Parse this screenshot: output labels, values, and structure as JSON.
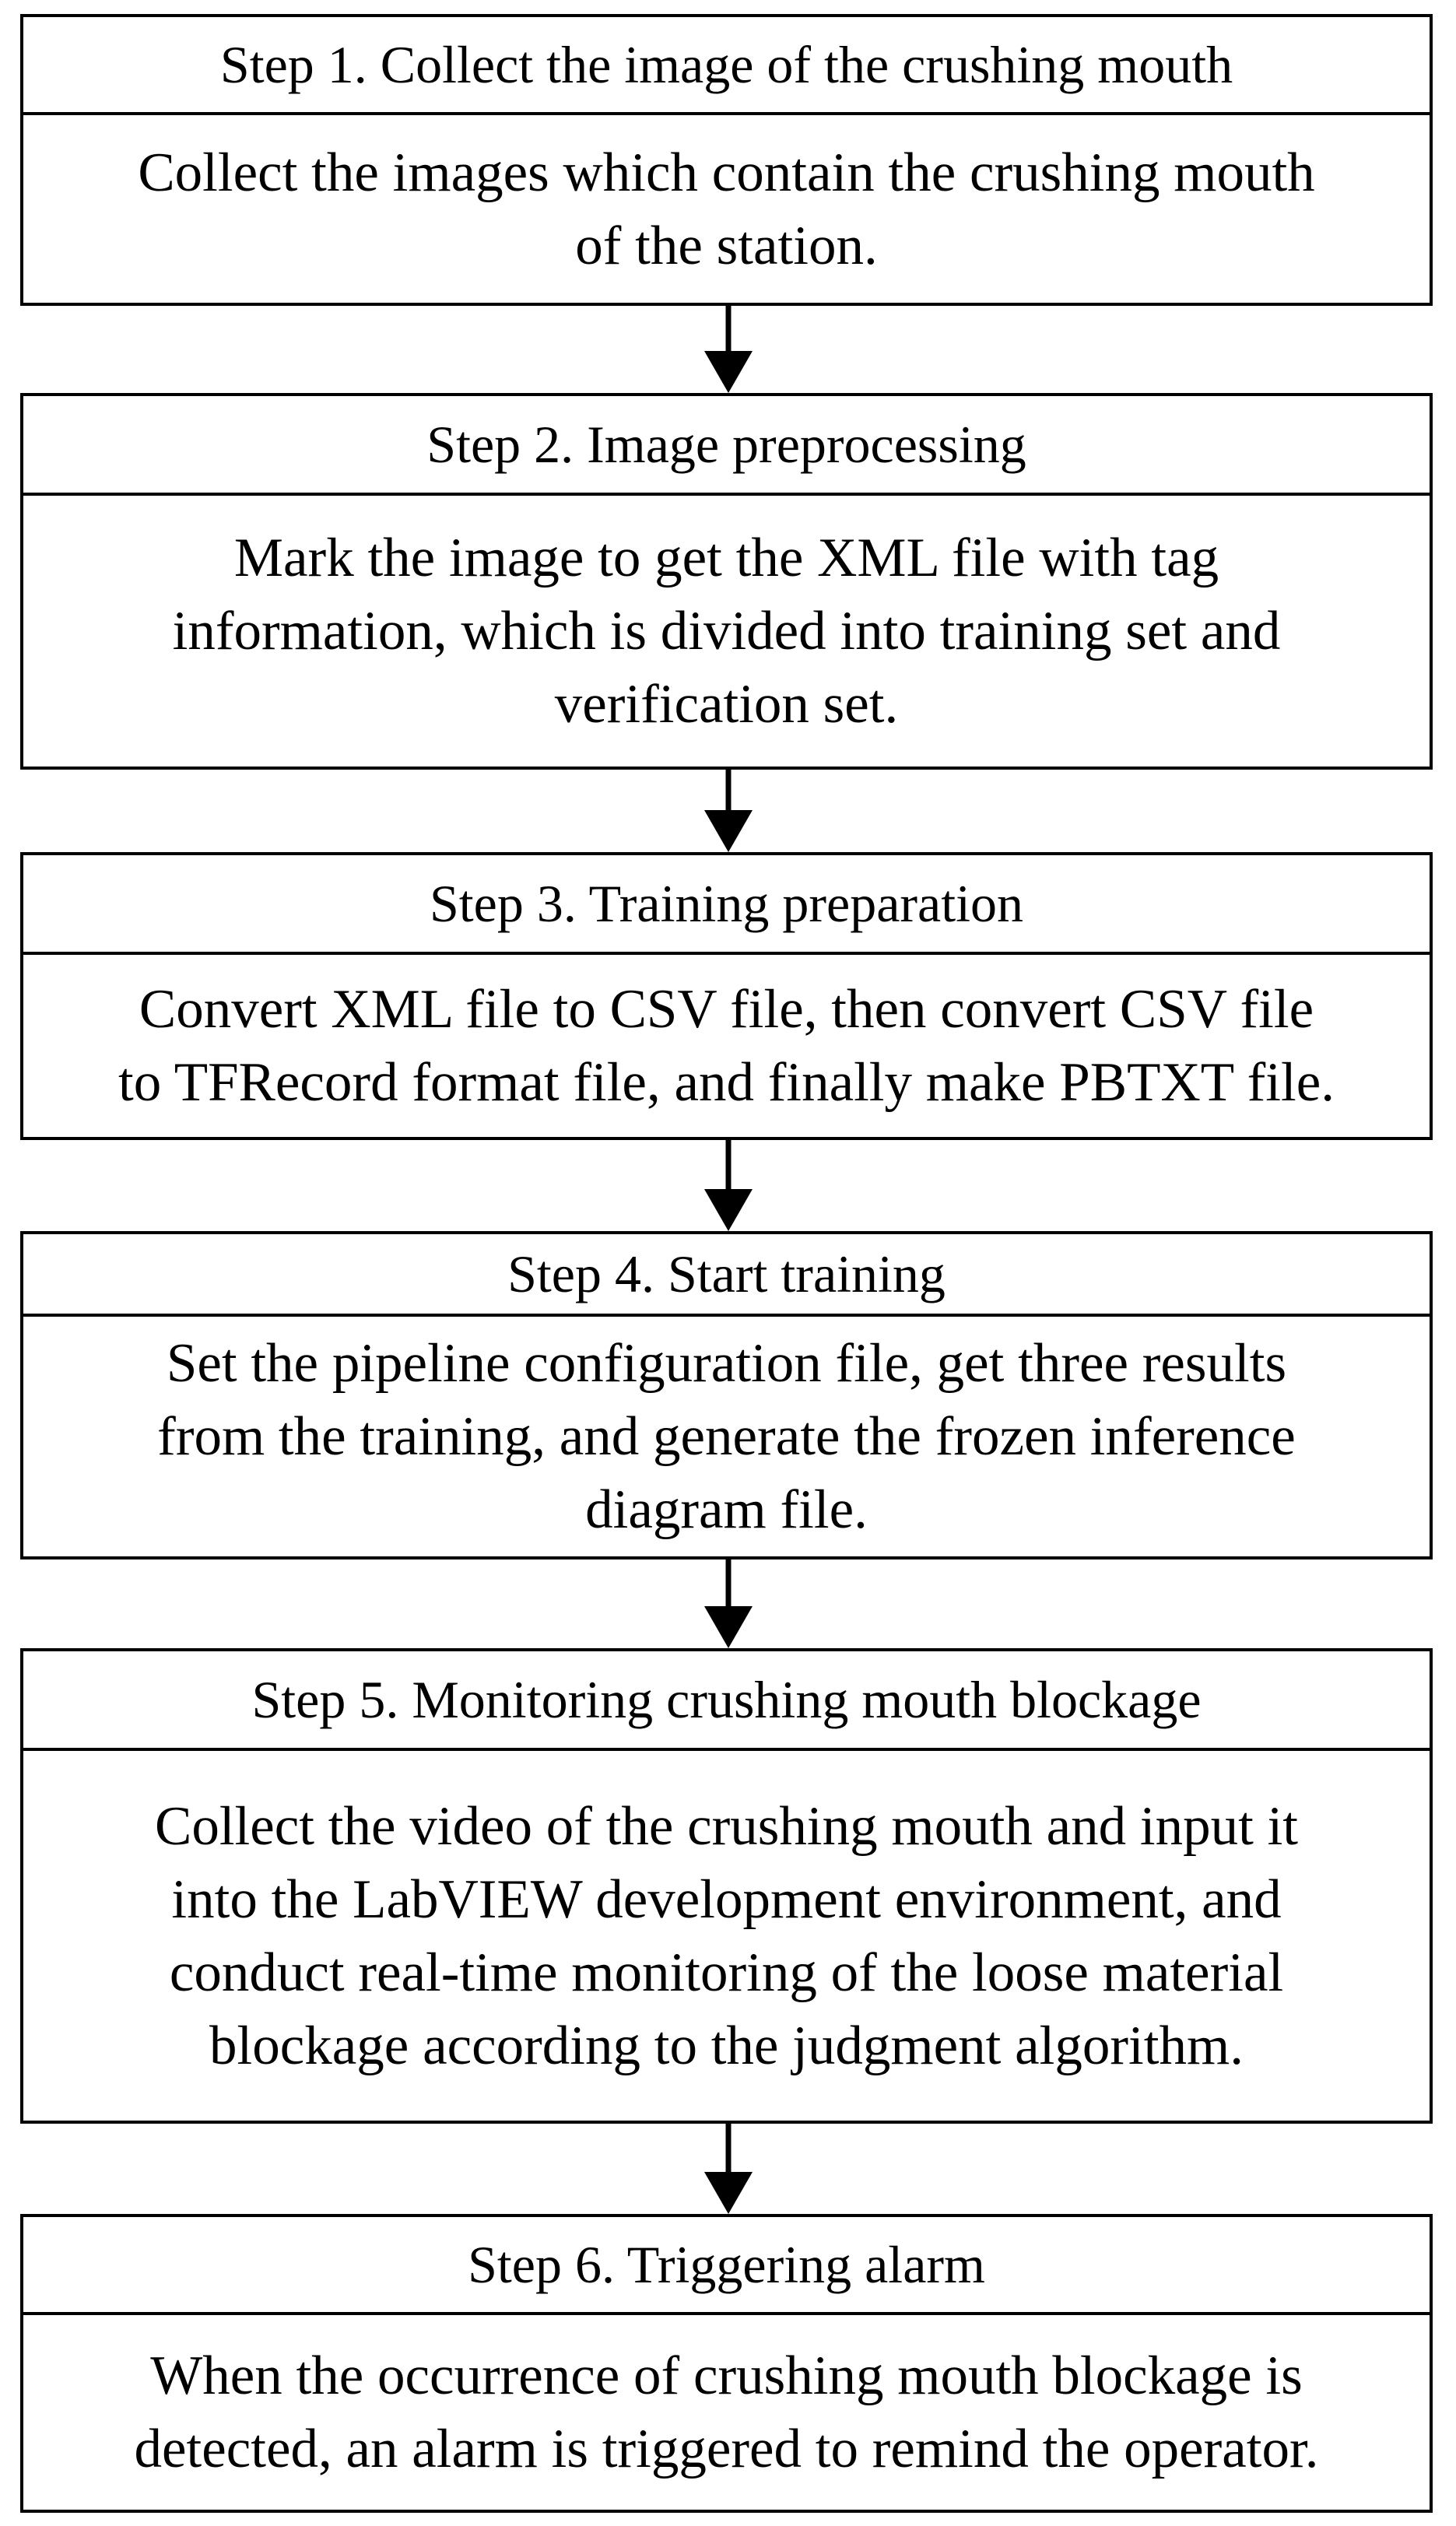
{
  "steps": [
    {
      "title": "Step 1. Collect the image of the crushing mouth",
      "lines": [
        "Collect the images which contain the crushing mouth",
        "of the station."
      ]
    },
    {
      "title": "Step 2. Image preprocessing",
      "lines": [
        "Mark the image to get the XML file with tag",
        "information, which is divided into training set and",
        "verification set."
      ]
    },
    {
      "title": "Step 3. Training preparation",
      "lines": [
        "Convert XML file to CSV file, then convert CSV file",
        "to TFRecord format file, and finally make PBTXT file."
      ]
    },
    {
      "title": "Step 4. Start training",
      "lines": [
        "Set the pipeline configuration file, get three results",
        "from the training, and generate the frozen inference",
        "diagram file."
      ]
    },
    {
      "title": "Step 5. Monitoring crushing mouth blockage",
      "lines": [
        "Collect the video of the crushing mouth and input it",
        "into the LabVIEW development environment, and",
        "conduct real-time monitoring of the loose material",
        "blockage according to the judgment algorithm."
      ]
    },
    {
      "title": "Step 6. Triggering alarm",
      "lines": [
        "When the occurrence of crushing mouth blockage is",
        "detected, an alarm is triggered to remind the operator."
      ]
    }
  ]
}
